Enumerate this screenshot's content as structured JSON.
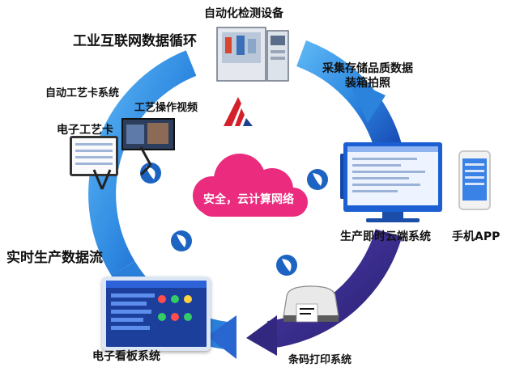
{
  "title": "工业互联网数据循环",
  "center_label": "安全，云计算网络",
  "nodes": {
    "equipment": "自动化检测设备",
    "collect_line1": "采集存储品质数据",
    "collect_line2": "装箱拍照",
    "cloud_system": "生产即时云端系统",
    "mobile_app": "手机APP",
    "print_system": "条码打印系统",
    "board_system": "电子看板系统",
    "realtime_flow": "实时生产数据流",
    "e_process_card": "电子工艺卡",
    "auto_process_card": "自动工艺卡系统",
    "process_video": "工艺操作视频"
  },
  "colors": {
    "ring_light": "#2f8de4",
    "ring_dark": "#1f3a93",
    "arrow_purple": "#3d2f91",
    "cloud": "#ea2b7e",
    "logo_blue": "#1d63c2"
  },
  "icons": [
    "cloud-icon",
    "logo-icon",
    "monitor-icon",
    "phone-icon",
    "printer-icon",
    "tablet-icon",
    "video-icon",
    "equipment-icon",
    "board-icon"
  ]
}
